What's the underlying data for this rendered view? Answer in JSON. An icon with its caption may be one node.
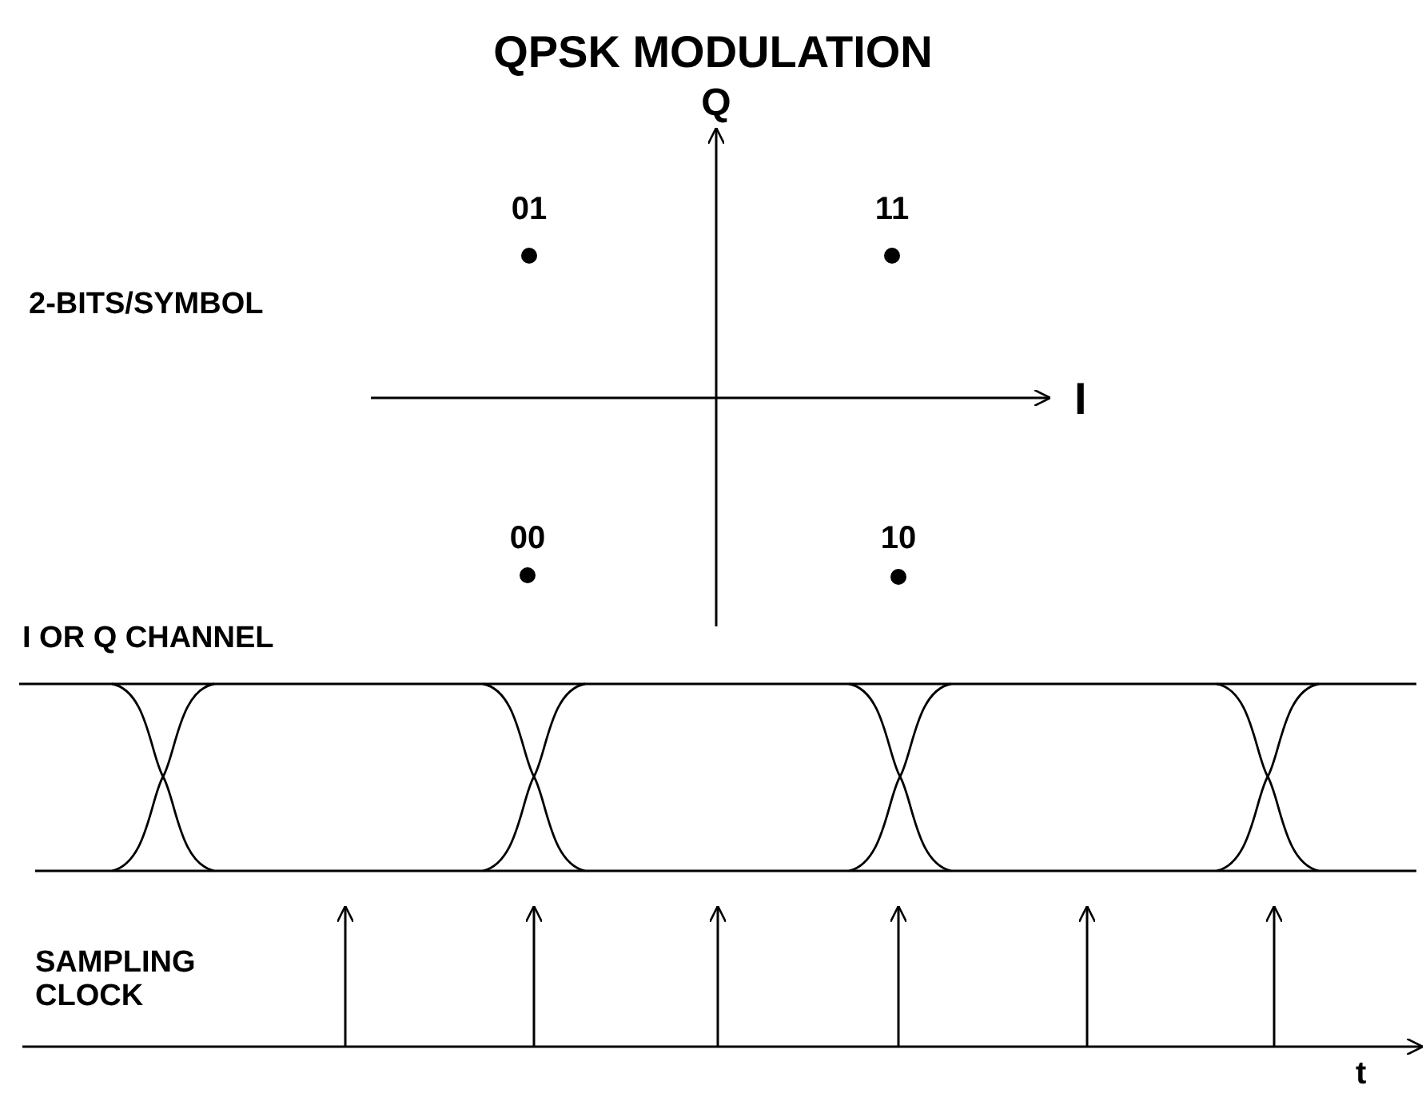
{
  "diagram": {
    "title": "QPSK MODULATION",
    "labels": [
      "Q",
      "01",
      "11",
      "2-BITS/SYMBOL",
      "I",
      "00",
      "10",
      "I OR Q CHANNEL",
      "SAMPLING CLOCK",
      "t"
    ]
  }
}
